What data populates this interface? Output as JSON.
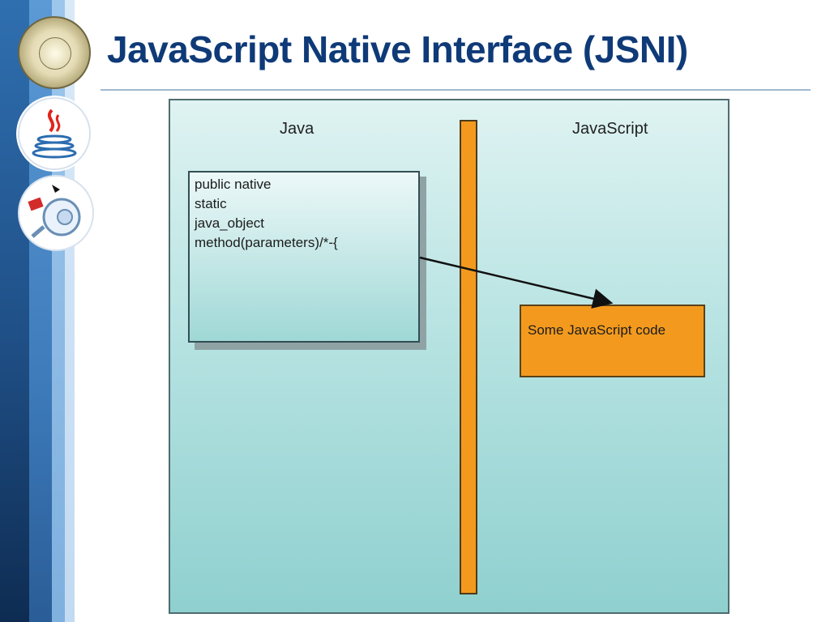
{
  "slide": {
    "title": "JavaScript Native Interface (JSNI)"
  },
  "sidebar": {
    "logos": [
      "university-seal",
      "java-logo",
      "gwt-logo"
    ],
    "colors": [
      "#1f4f86",
      "#3e7cbc",
      "#7fb0de",
      "#c2daf2"
    ]
  },
  "diagram": {
    "left_label": "Java",
    "right_label": "JavaScript",
    "java_box_lines": [
      "public native",
      "static",
      "java_object",
      "method(parameters)/*-{"
    ],
    "js_box_label": "Some JavaScript code",
    "colors": {
      "frame_background": "#b7e3e2",
      "divider": "#f39a1e",
      "js_box": "#f39a1e"
    }
  }
}
